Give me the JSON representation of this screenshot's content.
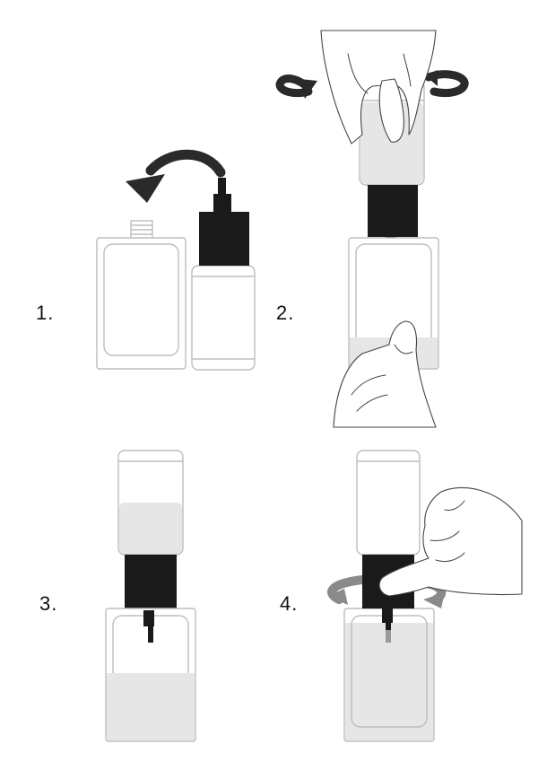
{
  "steps": [
    {
      "number": "1.",
      "action": "refill-transfer"
    },
    {
      "number": "2.",
      "action": "screw-on"
    },
    {
      "number": "3.",
      "action": "fill"
    },
    {
      "number": "4.",
      "action": "unscrew"
    }
  ],
  "colors": {
    "outline": "#bdbdbd",
    "liquid": "#e6e6e6",
    "cap": "#1a1a1a",
    "arrow": "#2a2a2a",
    "arrow_grey": "#8a8a8a",
    "hand": "#444444"
  }
}
